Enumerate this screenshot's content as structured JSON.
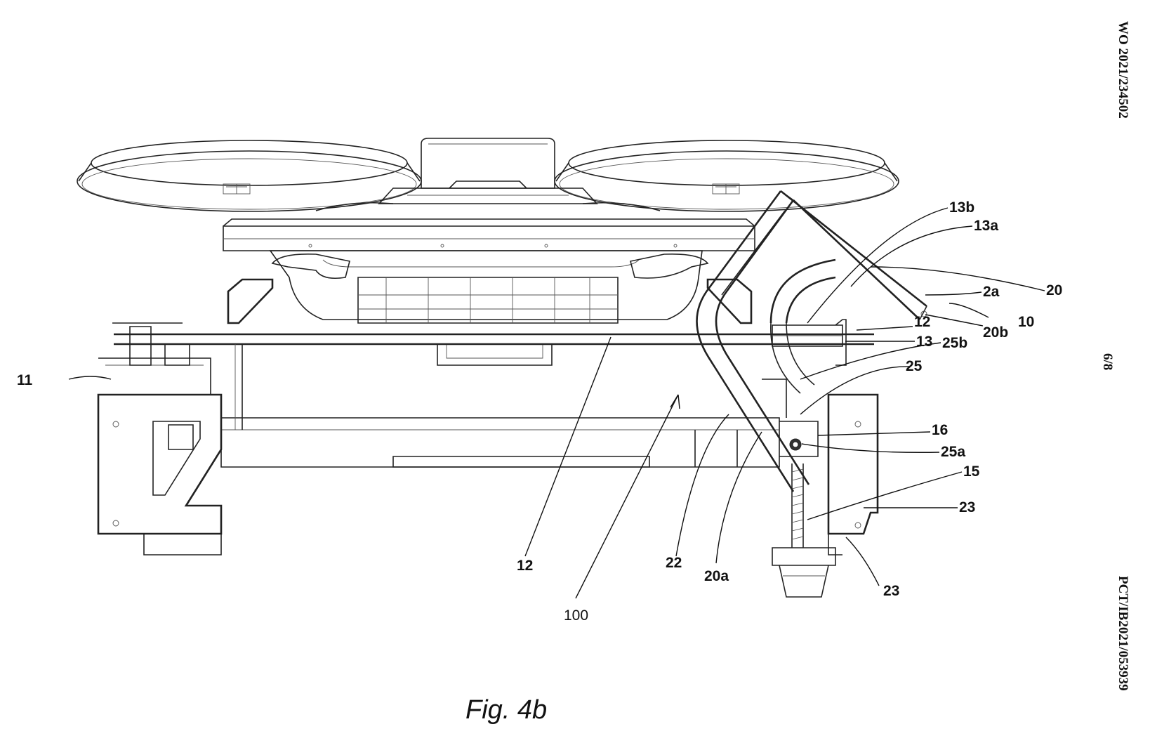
{
  "header": {
    "pub_number": "WO 2021/234502",
    "sheet": "6/8",
    "app_number": "PCT/IB2021/053939"
  },
  "figure": {
    "caption": "Fig. 4b"
  },
  "labels": [
    {
      "id": "13b",
      "text": "13b"
    },
    {
      "id": "13a",
      "text": "13a"
    },
    {
      "id": "20",
      "text": "20"
    },
    {
      "id": "2a",
      "text": "2a"
    },
    {
      "id": "10",
      "text": "10"
    },
    {
      "id": "20b",
      "text": "20b"
    },
    {
      "id": "12-top",
      "text": "12"
    },
    {
      "id": "13",
      "text": "13"
    },
    {
      "id": "25b",
      "text": "25b"
    },
    {
      "id": "25",
      "text": "25"
    },
    {
      "id": "11",
      "text": "11"
    },
    {
      "id": "16",
      "text": "16"
    },
    {
      "id": "25a",
      "text": "25a"
    },
    {
      "id": "15",
      "text": "15"
    },
    {
      "id": "23-right",
      "text": "23"
    },
    {
      "id": "23-bottom",
      "text": "23"
    },
    {
      "id": "12-bottom",
      "text": "12"
    },
    {
      "id": "22",
      "text": "22"
    },
    {
      "id": "20a",
      "text": "20a"
    },
    {
      "id": "100",
      "text": "100"
    }
  ]
}
